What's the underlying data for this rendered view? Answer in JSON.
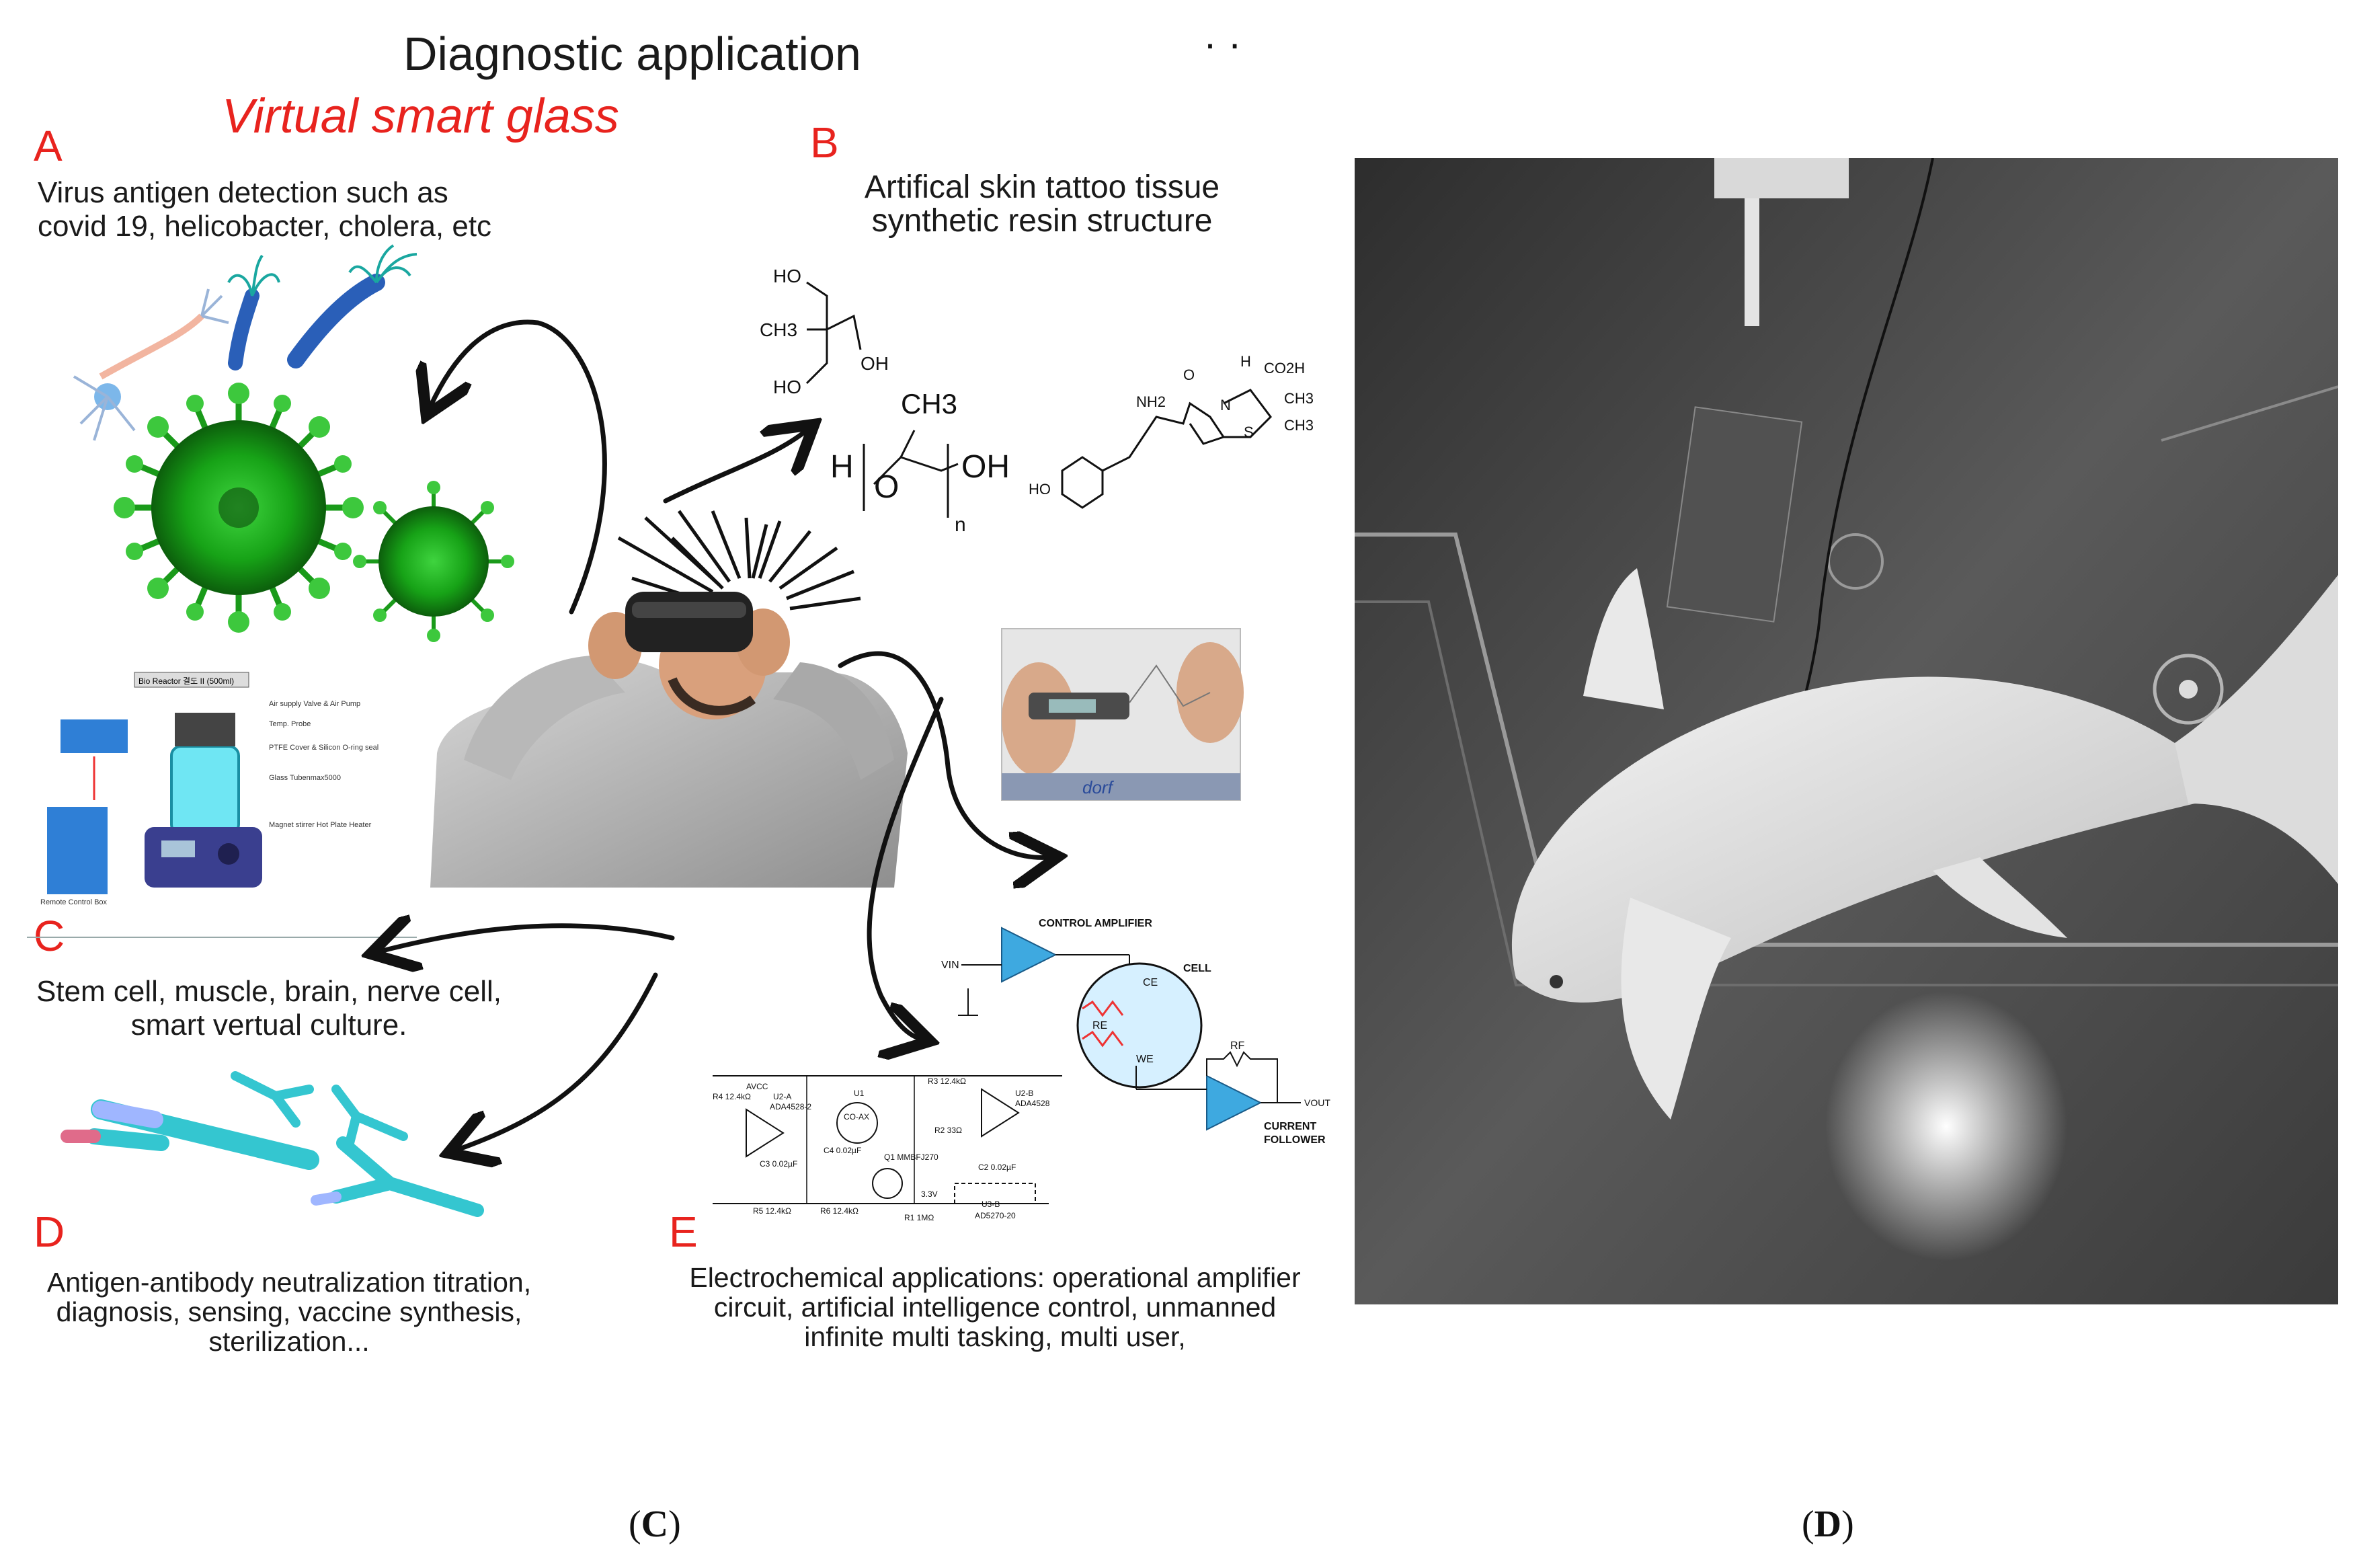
{
  "header": {
    "title": "Diagnostic application",
    "subtitle": "Virtual smart glass"
  },
  "sections": {
    "A": {
      "letter": "A",
      "line1": "Virus antigen detection such as",
      "line2": "covid 19, helicobacter, cholera, etc"
    },
    "B": {
      "letter": "B",
      "line1": "Artifical skin tattoo tissue",
      "line2": "synthetic resin structure"
    },
    "C": {
      "letter": "C",
      "line1": "Stem cell, muscle, brain, nerve cell,",
      "line2": "smart vertual culture."
    },
    "D": {
      "letter": "D",
      "line1": "Antigen-antibody neutralization titration,",
      "line2": "diagnosis, sensing, vaccine synthesis,",
      "line3": "sterilization..."
    },
    "E": {
      "letter": "E",
      "line1": "Electrochemical applications: operational amplifier",
      "line2": "circuit, artificial intelligence control, unmanned",
      "line3": "infinite  multi tasking, multi user,"
    }
  },
  "chemistry": {
    "ho1": "HO",
    "ch3": "CH3",
    "oh1": "OH",
    "ho2": "HO",
    "poly_ch3": "CH3",
    "poly_h": "H",
    "poly_o": "O",
    "poly_oh": "OH",
    "poly_n": "n",
    "amp_h": "H",
    "amp_nh2": "NH2",
    "amp_co2h": "CO2H",
    "amp_ch3a": "CH3",
    "amp_ch3b": "CH3",
    "amp_s": "S",
    "amp_n": "N",
    "amp_o": "O",
    "amp_ho": "HO"
  },
  "reactor": {
    "title": "Bio Reactor 결도 II (500ml)",
    "labels": [
      "Air supply Valve & Air Pump",
      "Temp. Probe",
      "PTFE Cover & Silicon O-ring seal",
      "Glass Tubenmax5000",
      "Magnet stirrer Hot Plate Heater",
      "Remote Control Box"
    ]
  },
  "photo_label": "dorf",
  "circuit": {
    "control_amp": "CONTROL AMPLIFIER",
    "cell": "CELL",
    "ce": "CE",
    "re": "RE",
    "we": "WE",
    "rf": "RF",
    "current_follower": "CURRENT",
    "current_follower2": "FOLLOWER",
    "vin": "VIN",
    "vout": "VOUT",
    "avcc": "AVCC",
    "u2a": "U2-A",
    "ada1": "ADA4528-2",
    "u1": "U1",
    "coax": "CO-AX",
    "u2b": "U2-B",
    "ada2": "ADA4528",
    "ad5270": "AD5270-20",
    "u3b": "U3-B",
    "r4": "R4 12.4kΩ",
    "r3": "R3 12.4kΩ",
    "r2": "R2 33Ω",
    "r5": "R5 12.4kΩ",
    "r6": "R6 12.4kΩ",
    "c3": "C3 0.02µF",
    "c4": "C4 0.02µF",
    "c2": "C2 0.02µF",
    "q1": "Q1 MMBFJ270",
    "r1": "R1 1MΩ",
    "v33": "3.3V"
  },
  "captions": {
    "left": "C",
    "right": "D"
  }
}
